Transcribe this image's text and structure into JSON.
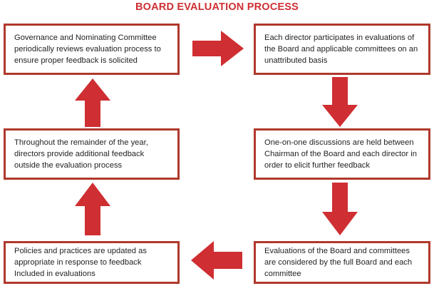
{
  "title": "BOARD EVALUATION PROCESS",
  "colors": {
    "title_red": "#cf2e32",
    "box_border_red": "#b0382c",
    "arrow_red": "#cf2e32",
    "box_fill": "#ffffff",
    "text": "#231f20"
  },
  "boxes": [
    {
      "id": "governance-nominating-committee",
      "text": "Governance and Nominating Committee periodically reviews evaluation process to ensure proper feedback is solicited",
      "column": "left",
      "row": 1
    },
    {
      "id": "director-participation",
      "text": "Each director participates in evaluations of the Board and applicable committees on an unattributed basis",
      "column": "right",
      "row": 1
    },
    {
      "id": "remainder-of-year-feedback",
      "text": "Throughout the remainder of the year, directors provide additional feedback outside the evaluation process",
      "column": "left",
      "row": 2
    },
    {
      "id": "one-on-one-discussions",
      "text": "One-on-one discussions are held between Chairman of the Board and each director in order to elicit further feedback",
      "column": "right",
      "row": 2
    },
    {
      "id": "policies-and-practices-updated",
      "text": "Policies and practices are updated as appropriate in response to feedback Included in evaluations",
      "column": "left",
      "row": 3
    },
    {
      "id": "evaluations-considered",
      "text": "Evaluations of the Board and committees are considered by the full Board and each committee",
      "column": "right",
      "row": 3
    }
  ],
  "arrows": [
    {
      "id": "arrow-right-top",
      "direction": "right",
      "from": "governance-nominating-committee",
      "to": "director-participation"
    },
    {
      "id": "arrow-down-1",
      "direction": "down",
      "from": "director-participation",
      "to": "one-on-one-discussions"
    },
    {
      "id": "arrow-down-2",
      "direction": "down",
      "from": "one-on-one-discussions",
      "to": "evaluations-considered"
    },
    {
      "id": "arrow-left-bottom",
      "direction": "left",
      "from": "evaluations-considered",
      "to": "policies-and-practices-updated"
    },
    {
      "id": "arrow-up-2",
      "direction": "up",
      "from": "policies-and-practices-updated",
      "to": "remainder-of-year-feedback"
    },
    {
      "id": "arrow-up-1",
      "direction": "up",
      "from": "remainder-of-year-feedback",
      "to": "governance-nominating-committee"
    }
  ]
}
